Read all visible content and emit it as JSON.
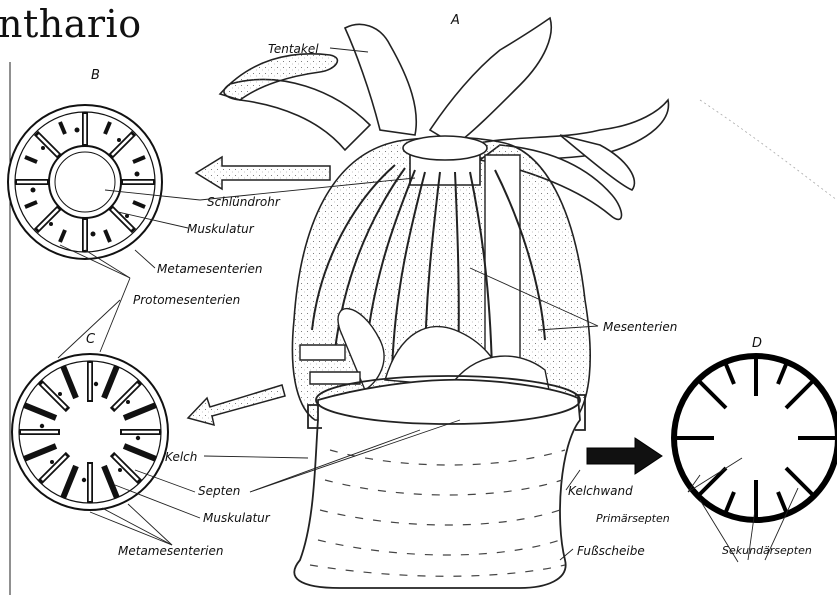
{
  "title": "nthario",
  "panels": {
    "a": "A",
    "b": "B",
    "c": "C",
    "d": "D"
  },
  "labels": {
    "tentakel": "Tentakel",
    "schlundrohr": "Schlündrohr",
    "muskulatur_b": "Muskulatur",
    "metamesenterien_b": "Metamesenterien",
    "protomesenterien": "Protomesenterien",
    "mesenterien": "Mesenterien",
    "kelch": "Kelch",
    "septen": "Septen",
    "muskulatur_c": "Muskulatur",
    "metamesenterien_c": "Metamesenterien",
    "kelchwand": "Kelchwand",
    "fussscheibe": "Fußscheibe",
    "primaersepten": "Primärsepten",
    "sekundaersepten": "Sekundärsepten"
  }
}
